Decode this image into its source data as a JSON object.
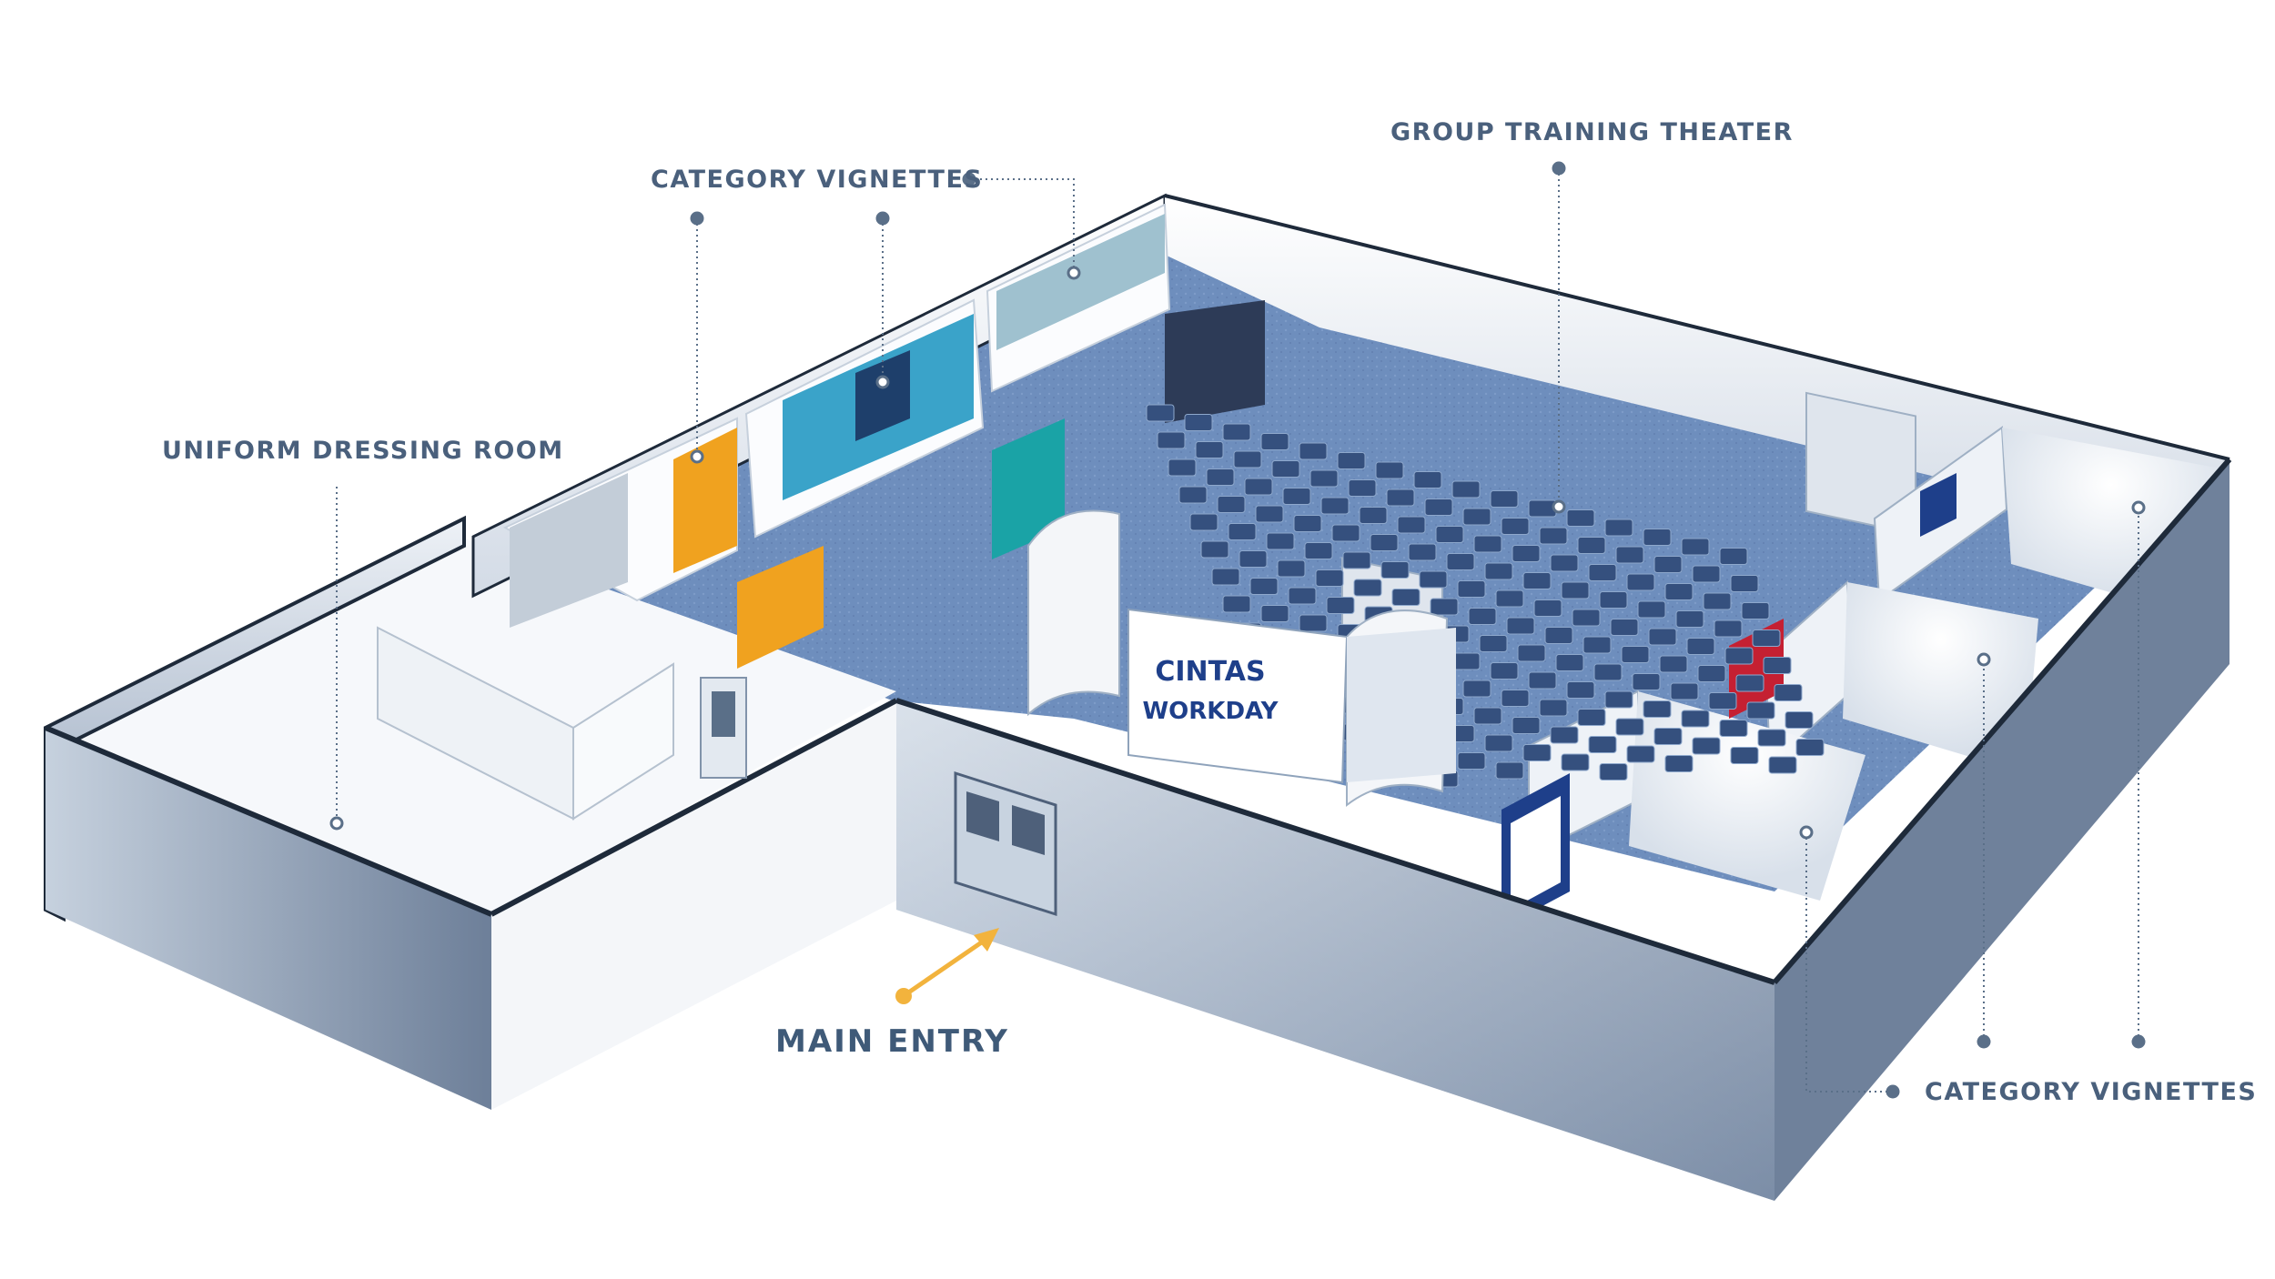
{
  "labels": {
    "uniform_dressing_room": "UNIFORM DRESSING ROOM",
    "category_vignettes_top": "CATEGORY VIGNETTES",
    "group_training_theater": "GROUP TRAINING THEATER",
    "category_vignettes_bottom": "CATEGORY VIGNETTES",
    "main_entry": "MAIN ENTRY"
  },
  "signage": {
    "brand": "CINTAS",
    "center_title": "WORKDAY"
  },
  "colors": {
    "label": "#4a607c",
    "leader_line": "#5a6f88",
    "main_entry_arrow": "#f2b33d",
    "carpet": "#6f8fbd",
    "wall": "#e6ebf1",
    "outer_wall": "#a7b6c9"
  }
}
